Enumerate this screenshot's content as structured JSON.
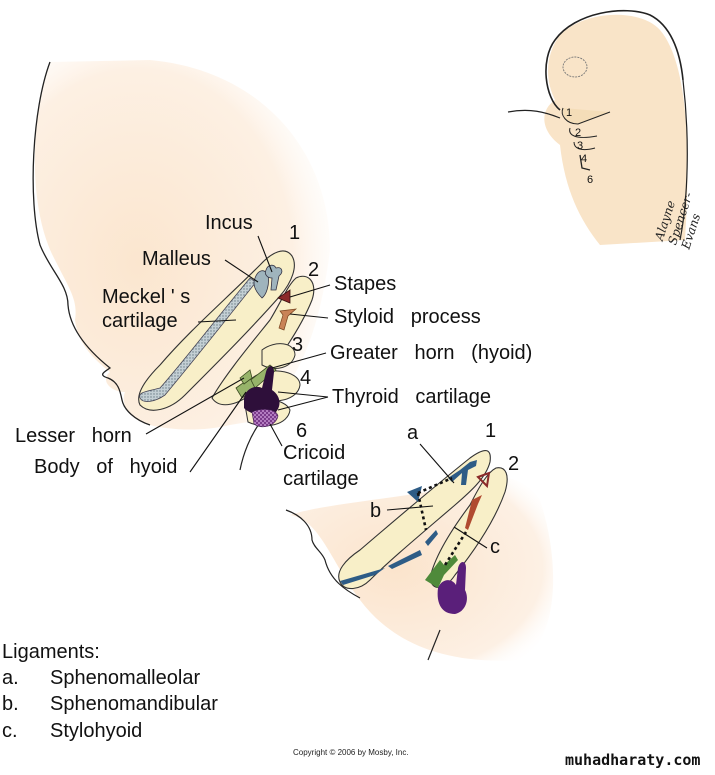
{
  "colors": {
    "skin": "#fbe9d6",
    "arch": "#f8efc8",
    "meckel": "#b9c6cc",
    "ossicle": "#9fb4bd",
    "stapes": "#8b2a2a",
    "styloid": "#c98357",
    "hyoid": "#97b46a",
    "thyroid": "#2e0f3a",
    "cricoid": "#6a2a7a",
    "ligament_blue": "#2e5c86",
    "ligament_purple": "#5a1f7a"
  },
  "main_diagram": {
    "labels": {
      "incus": "Incus",
      "malleus": "Malleus",
      "meckels_line1": "Meckel ' s",
      "meckels_line2": "cartilage",
      "stapes": "Stapes",
      "styloid": "Styloid   process",
      "greater_horn": "Greater   horn   (hyoid)",
      "thyroid": "Thyroid   cartilage",
      "lesser_horn": "Lesser   horn",
      "body_hyoid": "Body   of   hyoid",
      "cricoid_line1": "Cricoid",
      "cricoid_line2": "cartilage"
    },
    "arch_numbers": [
      "1",
      "2",
      "3",
      "4",
      "6"
    ]
  },
  "embryo_inset": {
    "arch_numbers": [
      "1",
      "2",
      "3",
      "4",
      "6"
    ],
    "signature": "Alayne Spencer-Evans"
  },
  "ligament_diagram": {
    "arch_numbers": [
      "1",
      "2"
    ],
    "labels": [
      "a",
      "b",
      "c"
    ]
  },
  "ligaments": {
    "title": "Ligaments:",
    "items": [
      {
        "letter": "a.",
        "name": "Sphenomalleolar"
      },
      {
        "letter": "b.",
        "name": "Sphenomandibular"
      },
      {
        "letter": "c.",
        "name": "Stylohyoid"
      }
    ]
  },
  "footer": {
    "copyright": "Copyright © 2006 by Mosby, Inc.",
    "watermark": "muhadharaty.com"
  }
}
